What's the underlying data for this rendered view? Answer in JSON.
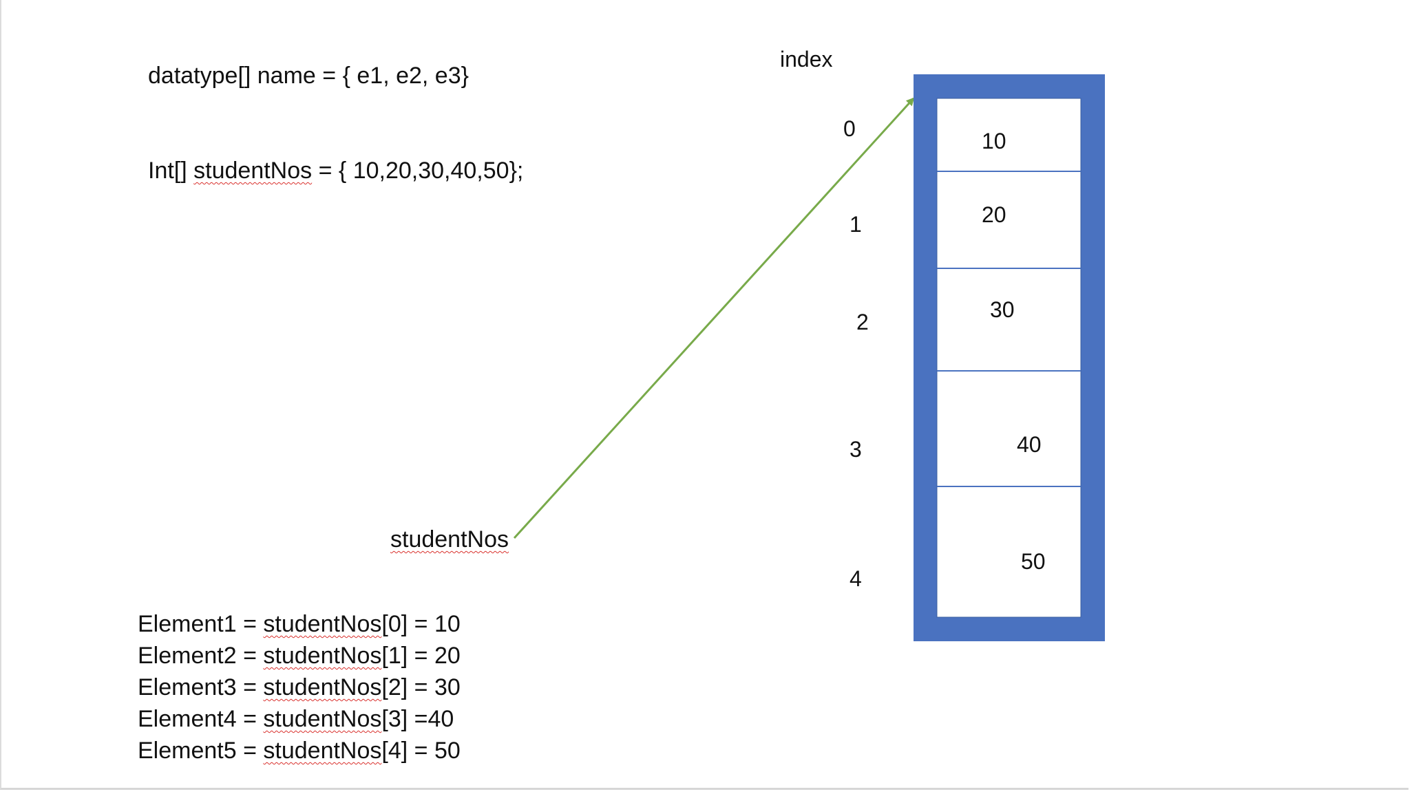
{
  "syntax": {
    "general": {
      "prefix": "datatype[]   name = { e1, e2, e3}"
    },
    "example": {
      "prefix": "Int[] ",
      "var": "studentNos",
      "suffix": " = { 10,20,30,40,50};"
    }
  },
  "variable_label": "studentNos",
  "index_header": "index",
  "array": {
    "indices": [
      "0",
      "1",
      "2",
      "3",
      "4"
    ],
    "values": [
      "10",
      "20",
      "30",
      "40",
      "50"
    ]
  },
  "elements": [
    {
      "left": "Element1 = ",
      "var": "studentNos",
      "right": "[0] = 10"
    },
    {
      "left": "Element2 = ",
      "var": "studentNos",
      "right": "[1] = 20"
    },
    {
      "left": "Element3 = ",
      "var": "studentNos",
      "right": "[2] = 30"
    },
    {
      "left": "Element4 = ",
      "var": "studentNos",
      "right": "[3] =40"
    },
    {
      "left": "Element5 = ",
      "var": "studentNos",
      "right": "[4] = 50"
    }
  ],
  "colors": {
    "array_frame": "#4A72C0",
    "cell_divider": "#4A72C0",
    "pointer_arrow": "#78AA4A",
    "spell_underline": "#d9302c"
  }
}
